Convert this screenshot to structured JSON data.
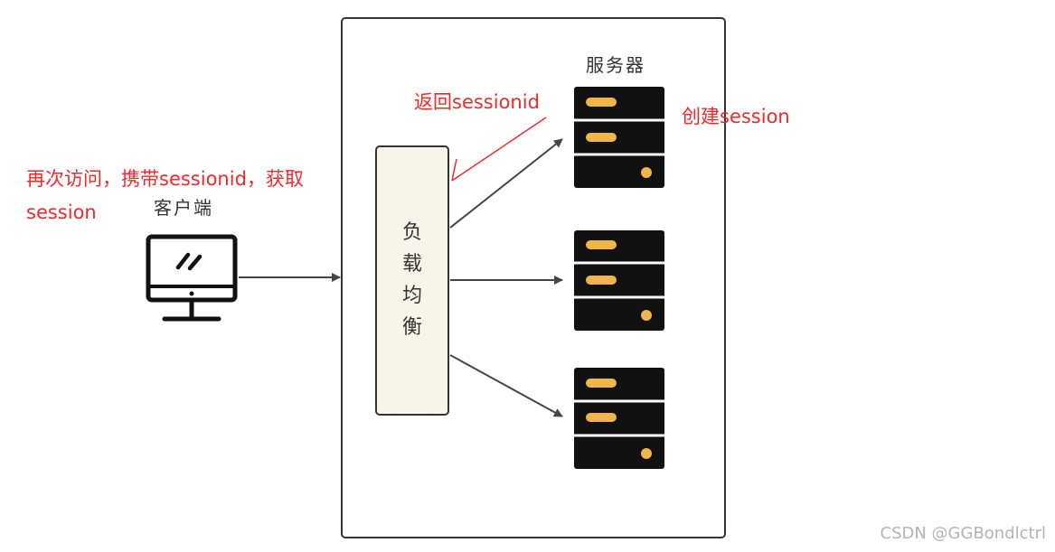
{
  "labels": {
    "server_group": "服务器",
    "client": "客户端",
    "load_balancer": [
      "负",
      "载",
      "均",
      "衡"
    ],
    "return_sessionid": "返回sessionid",
    "create_session": "创建session",
    "revisit_line1": "再次访问，携带sessionid，获取",
    "revisit_line2": "session"
  },
  "watermark": "CSDN @GGBondlctrl",
  "colors": {
    "annotation": "#ee2a2a",
    "server_body": "#111111",
    "server_slot": "#f0b64a",
    "lb_fill": "#f8f5e8",
    "arrow": "#444444"
  }
}
